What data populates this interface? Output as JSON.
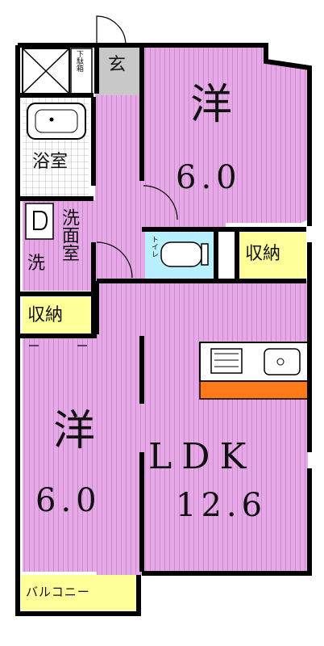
{
  "rooms": {
    "bedroom_top": {
      "label": "洋",
      "size": "6.0"
    },
    "bedroom_left": {
      "label": "洋",
      "size": "6.0"
    },
    "ldk": {
      "label": "LDK",
      "size": "12.6"
    },
    "entrance": {
      "label": "玄"
    },
    "bath": {
      "label": "浴室"
    },
    "washroom": {
      "label": "洗面室",
      "washer_label": "洗"
    },
    "toilet": {
      "label": "トイレ"
    },
    "storage_top": {
      "label": "収納"
    },
    "storage_left": {
      "label": "収納"
    },
    "shoe_box": {
      "label": "下駄箱"
    },
    "balcony": {
      "label": "バルコニー"
    }
  },
  "colors": {
    "room_fill": "#e6a8e6",
    "room_stripe": "#c98bc9",
    "floor_gray": "#c8c8c8",
    "storage_fill": "#ffff99",
    "toilet_fill": "#b9f0ff",
    "counter": "#ff7a1a",
    "wall": "#000000"
  }
}
